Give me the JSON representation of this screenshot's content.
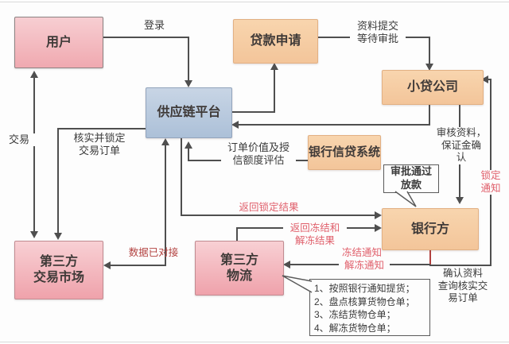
{
  "nodes": {
    "user": {
      "label": "用户"
    },
    "loan_application": {
      "label": "贷款申请"
    },
    "small_loan_company": {
      "label": "小贷公司"
    },
    "supply_chain_platform": {
      "label": "供应链平台"
    },
    "bank_credit_system": {
      "label": "银行信贷系统"
    },
    "bank": {
      "label": "银行方"
    },
    "third_party_market": {
      "label": "第三方\n交易市场"
    },
    "third_party_logistics": {
      "label": "第三方\n物流"
    }
  },
  "edge_labels": {
    "login": "登录",
    "submit_materials": "资料提交\n等待审批",
    "transaction": "交易",
    "verify_and_lock_order": "核实并锁定\n交易订单",
    "order_value_credit_assessment": "订单价值及授\n信额度评估",
    "review_materials_margin_confirm": "审核资料，\n保证金确\n认",
    "lock_notice": "锁定\n通知",
    "return_lock_result": "返回锁定结果",
    "return_freeze_unfreeze_result": "返回冻结和\n解冻结果",
    "data_connected": "数据已对接",
    "freeze_notice": "冻结通知",
    "unfreeze_notice": "解冻通知",
    "confirm_materials_verify_order": "确认资料\n查询核实交\n易订单"
  },
  "callouts": {
    "approval_note": {
      "label": "审批通过\n放款"
    },
    "logistics_note": {
      "items": [
        "1、按照银行通知提货；",
        "2、盘点核算货物仓单；",
        "3、冻结货物仓单；",
        "4、解冻货物仓单；"
      ]
    }
  },
  "colors": {
    "line": "#4f4f4f",
    "red_label": "#e0606c",
    "dark_red": "#b2413f",
    "orange_fill": "#f6cda5",
    "pink_fill": "#f3b3ba",
    "platform_fill": "#bccbde"
  }
}
